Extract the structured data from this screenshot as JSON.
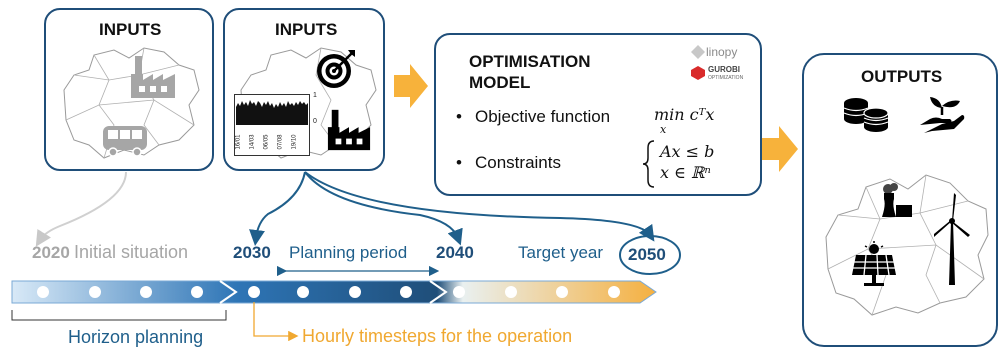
{
  "inputs1": {
    "title": "INPUTS"
  },
  "inputs2": {
    "title": "INPUTS",
    "mini_chart": {
      "y_top": "1",
      "y_bottom": "0",
      "x_ticks": [
        "16/01",
        "14/03",
        "06/05",
        "07/08",
        "19/10"
      ]
    }
  },
  "model": {
    "title_line1": "OPTIMISATION",
    "title_line2": "MODEL",
    "logos": [
      "linopy",
      "GUROBI",
      "OPTIMIZATION"
    ],
    "objective_label": "Objective function",
    "objective_expr": "min cᵀx",
    "objective_sub": "x",
    "constraints_label": "Constraints",
    "constraint_1": "Ax ≤ b",
    "constraint_2": "x ∈ ℝⁿ",
    "bullet": "•"
  },
  "outputs": {
    "title": "OUTPUTS"
  },
  "timeline": {
    "year_2020": "2020",
    "initial_situation": "Initial situation",
    "year_2030": "2030",
    "planning_period": "Planning period",
    "year_2040": "2040",
    "target_year": "Target year",
    "year_2050": "2050",
    "horizon_planning": "Horizon planning",
    "hourly_timesteps": "Hourly timesteps for the operation"
  },
  "colors": {
    "dark_blue": "#1f4e79",
    "mid_blue": "#2e75b6",
    "light_blue": "#bdd7ee",
    "orange": "#f4b183",
    "orange_dark": "#f0a830",
    "gray": "#a6a6a6"
  },
  "icons": [
    "factory-icon",
    "bus-icon",
    "target-icon",
    "coins-icon",
    "plant-in-hand-icon",
    "power-plant-icon",
    "wind-turbine-icon",
    "solar-panel-icon"
  ]
}
